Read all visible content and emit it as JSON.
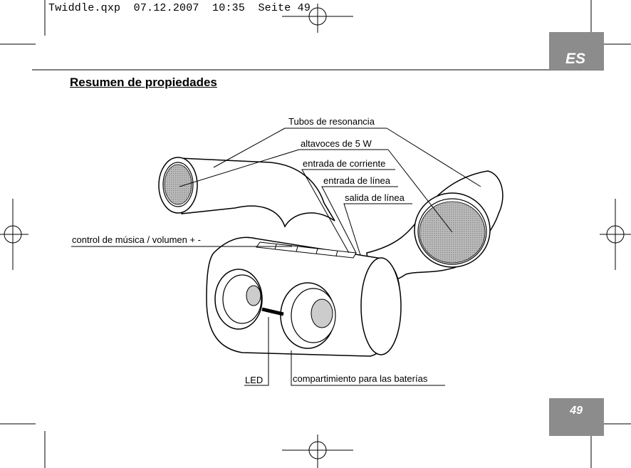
{
  "header": {
    "slug_text": "Twiddle.qxp  07.12.2007  10:35  Seite 49",
    "language_tab": "ES",
    "page_number": "49"
  },
  "section": {
    "title": "Resumen de propiedades"
  },
  "diagram": {
    "labels": {
      "resonance_tubes": "Tubos de resonancia",
      "speakers": "altavoces de 5 W",
      "power_input": "entrada de corriente",
      "line_input": "entrada de línea",
      "line_output": "salida de línea",
      "music_volume": "control de música / volumen + -",
      "led": "LED",
      "battery": "compartimiento para las baterías"
    }
  }
}
